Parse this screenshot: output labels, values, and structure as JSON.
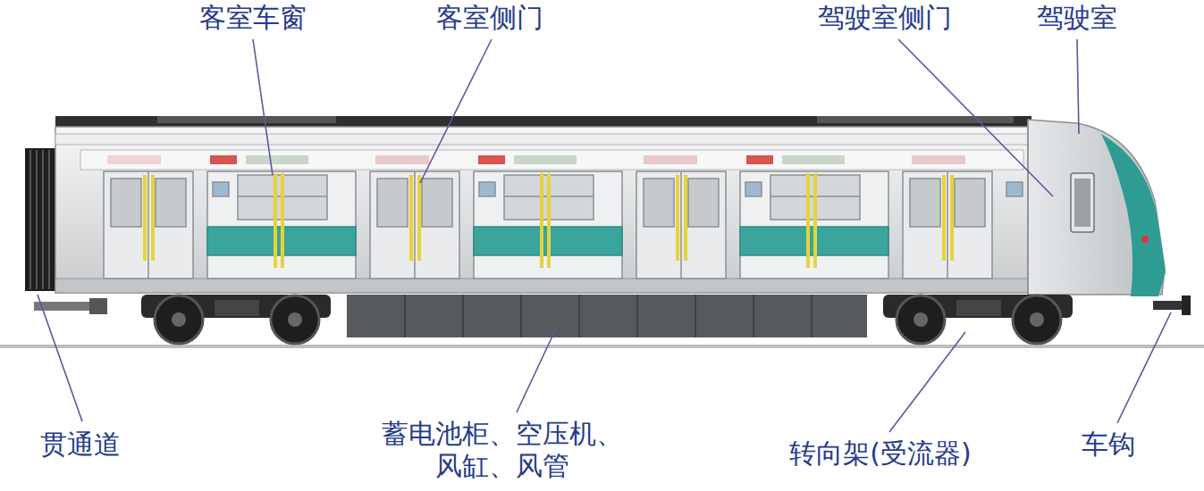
{
  "diagram": {
    "labels": [
      "客室车窗",
      "客室侧门",
      "驾驶室侧门",
      "驾驶室",
      "贯通道",
      "蓄电池柜、空压机、 风缸、风管",
      "转向架(受流器)",
      "车钩"
    ]
  }
}
